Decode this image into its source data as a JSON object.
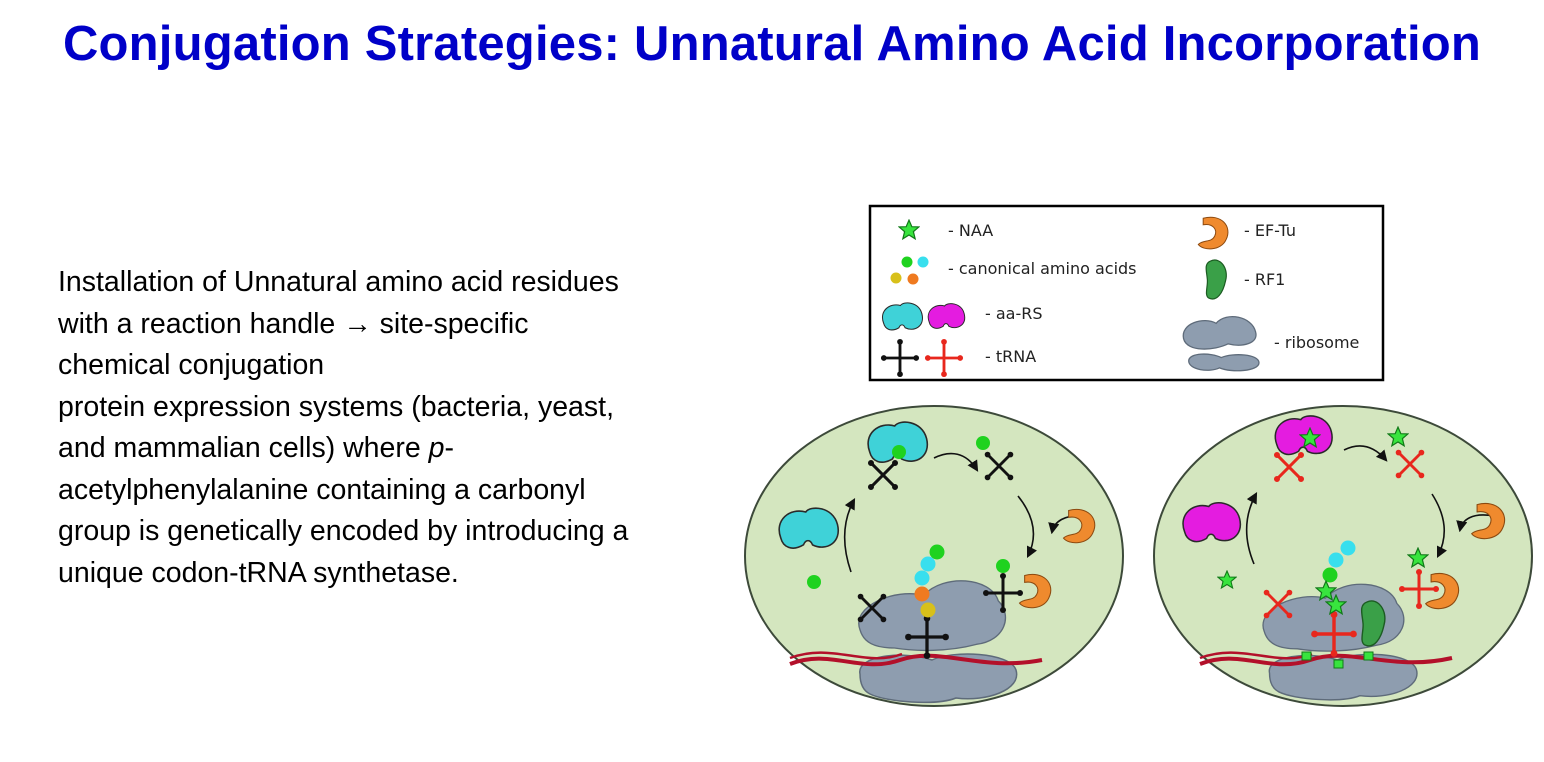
{
  "slide": {
    "title": "Conjugation Strategies: Unnatural Amino Acid Incorporation",
    "body": {
      "line1": "Installation of Unnatural amino acid residues",
      "line2_pre": "with a reaction handle ",
      "line2_arrow": "→",
      "line2_post": " site-specific",
      "line3": "chemical conjugation",
      "line4": "protein expression systems (bacteria, yeast,",
      "line5_pre": "and mammalian cells) where ",
      "line5_italic": "p",
      "line5_post": "-",
      "line6": "acetylphenylalanine containing a carbonyl",
      "line7": "group is genetically encoded by introducing a",
      "line8": "unique codon-tRNA synthetase."
    }
  },
  "legend": {
    "naa": "- NAA",
    "canonical": "- canonical amino acids",
    "aars": "- aa-RS",
    "trna": "- tRNA",
    "eftu": "- EF-Tu",
    "rf1": "- RF1",
    "ribosome": "- ribosome"
  },
  "colors": {
    "title": "#0000c8",
    "cell_fill": "#d4e6bf",
    "cell_stroke": "#3d4a3a",
    "ribosome": "#8e9daf",
    "canonical_aars": "#3fd2d8",
    "orthogonal_aars": "#e41ce0",
    "trna_canonical": "#111111",
    "trna_orthogonal": "#e8271d",
    "eftu": "#ef8a2e",
    "rf1": "#3aa048",
    "naa_star": "#38e43e",
    "mrna": "#b3102a",
    "amino_green": "#1fd21f",
    "amino_cyan": "#38dfee",
    "amino_yellow": "#d8c01a",
    "amino_orange": "#ef7a20"
  },
  "icons": [
    "star-icon",
    "amino-acid-dot-icon",
    "aars-icon",
    "trna-icon",
    "eftu-icon",
    "rf1-icon",
    "ribosome-icon",
    "cycle-arrow-icon"
  ]
}
